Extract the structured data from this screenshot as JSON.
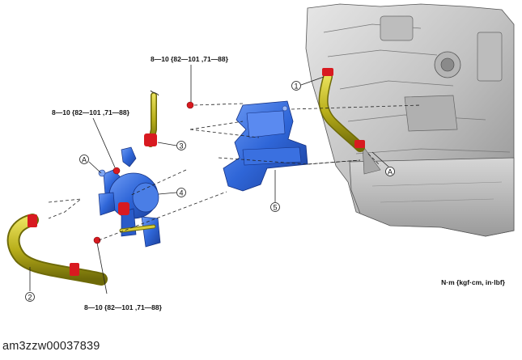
{
  "diagram": {
    "torque_spec_top": "8—10 {82—101 ,71—88}",
    "torque_spec_left": "8—10 {82—101 ,71—88}",
    "torque_spec_bottom": "8—10 {82—101 ,71—88}",
    "callouts": [
      "1",
      "2",
      "3",
      "4",
      "5"
    ],
    "ref_marks": [
      "A",
      "A"
    ],
    "units_note": "N·m {kgf·cm, in·lbf}",
    "colors": {
      "hose": "#b8ae1a",
      "hose_dark": "#6e6a08",
      "clamp": "#d81a20",
      "bolt": "#d81a20",
      "pump": "#2f66d8",
      "pump_dark": "#1c3f99",
      "bracket": "#3f78e8",
      "engine": "#c9c9c9"
    }
  },
  "figure_id": "am3zzw00037839"
}
